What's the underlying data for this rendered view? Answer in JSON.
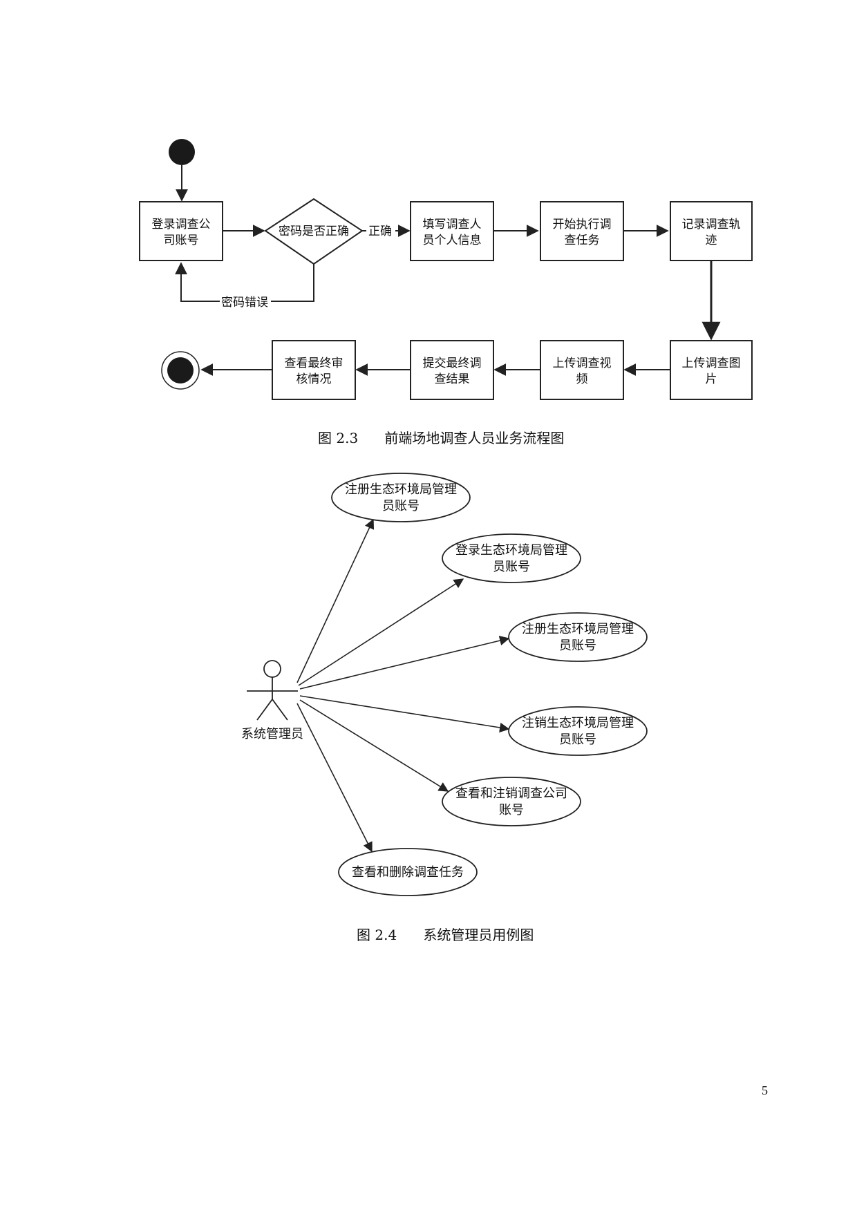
{
  "figure_2_3": {
    "caption_num": "图 2.3",
    "caption_text": "前端场地调查人员业务流程图",
    "boxes": {
      "login": [
        "登录调查公",
        "司账号"
      ],
      "fill_info": [
        "填写调查人",
        "员个人信息"
      ],
      "start_task": [
        "开始执行调",
        "查任务"
      ],
      "record_track": [
        "记录调查轨",
        "迹"
      ],
      "upload_image": [
        "上传调查图",
        "片"
      ],
      "upload_video": [
        "上传调查视",
        "频"
      ],
      "submit_result": [
        "提交最终调",
        "查结果"
      ],
      "view_review": [
        "查看最终审",
        "核情况"
      ]
    },
    "decision": "密码是否正确",
    "edge_correct": "正确",
    "edge_wrong": "密码错误"
  },
  "figure_2_4": {
    "caption_num": "图 2.4",
    "caption_text": "系统管理员用例图",
    "actor": "系统管理员",
    "use_cases": [
      [
        "注册生态环境局管理",
        "员账号"
      ],
      [
        "登录生态环境局管理",
        "员账号"
      ],
      [
        "注册生态环境局管理",
        "员账号"
      ],
      [
        "注销生态环境局管理",
        "员账号"
      ],
      [
        "查看和注销调查公司",
        "账号"
      ],
      [
        "查看和删除调查任务"
      ]
    ]
  },
  "page_number": "5"
}
